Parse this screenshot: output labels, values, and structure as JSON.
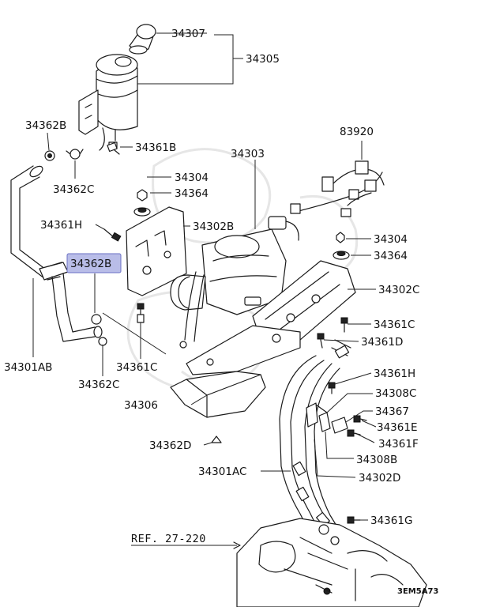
{
  "diagram": {
    "labels": {
      "34307": "34307",
      "34305": "34305",
      "34362B_top": "34362B",
      "34361B": "34361B",
      "34362C_top": "34362C",
      "34303": "34303",
      "83920": "83920",
      "34304_top": "34304",
      "34364_top": "34364",
      "34361H_left": "34361H",
      "34302B": "34302B",
      "34362B_hl": "34362B",
      "34304_right": "34304",
      "34364_right": "34364",
      "34302C": "34302C",
      "34361C_right": "34361C",
      "34361D": "34361D",
      "34301AB": "34301AB",
      "34361C_bottom": "34361C",
      "34361H_right": "34361H",
      "34362C_bottom": "34362C",
      "34308C": "34308C",
      "34306": "34306",
      "34367": "34367",
      "34361E": "34361E",
      "34362D": "34362D",
      "34361F": "34361F",
      "34308B": "34308B",
      "34301AC": "34301AC",
      "34302D": "34302D",
      "34361G": "34361G",
      "ref": "REF. 27-220",
      "code": "3EM5A73"
    },
    "highlight_color": "#b9bde8"
  }
}
